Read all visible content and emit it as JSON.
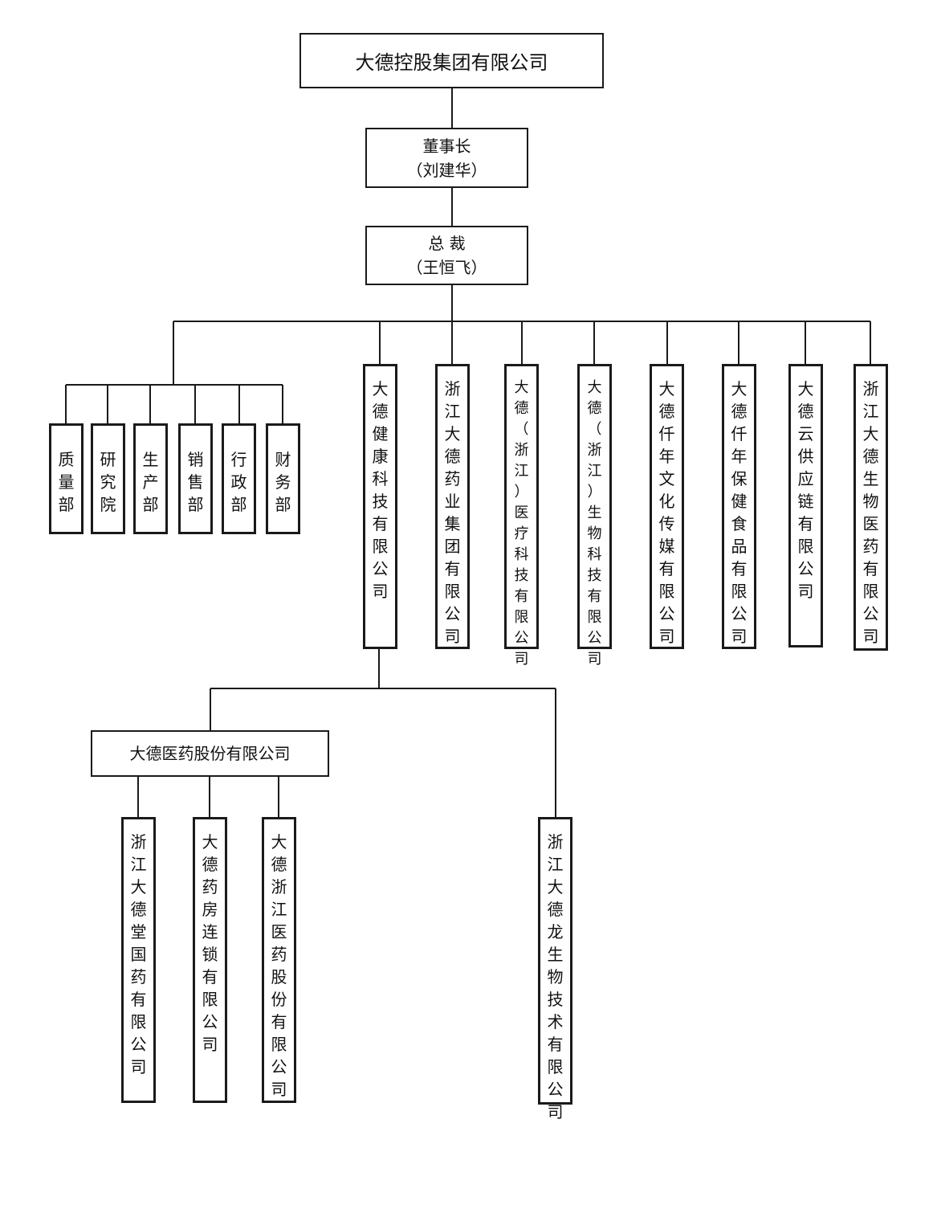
{
  "company": "大德控股集团有限公司",
  "chairman": {
    "title": "董事长",
    "name": "（刘建华）"
  },
  "president": {
    "title": "总 裁",
    "name": "（王恒飞）"
  },
  "departments": [
    "质量部",
    "研究院",
    "生产部",
    "销售部",
    "行政部",
    "财务部"
  ],
  "subsidiaries": [
    "大德健康科技有限公司",
    "浙江大德药业集团有限公司",
    "大德（浙江）医疗科技有限公司",
    "大德（浙江）生物科技有限公司",
    "大德仟年文化传媒有限公司",
    "大德仟年保健食品有限公司",
    "大德云供应链有限公司",
    "浙江大德生物医药有限公司"
  ],
  "holding": "大德医药股份有限公司",
  "holding_subs": [
    "浙江大德堂国药有限公司",
    "大德药房连锁有限公司",
    "大德浙江医药股份有限公司"
  ],
  "health_sub2": "浙江大德龙生物技术有限公司"
}
